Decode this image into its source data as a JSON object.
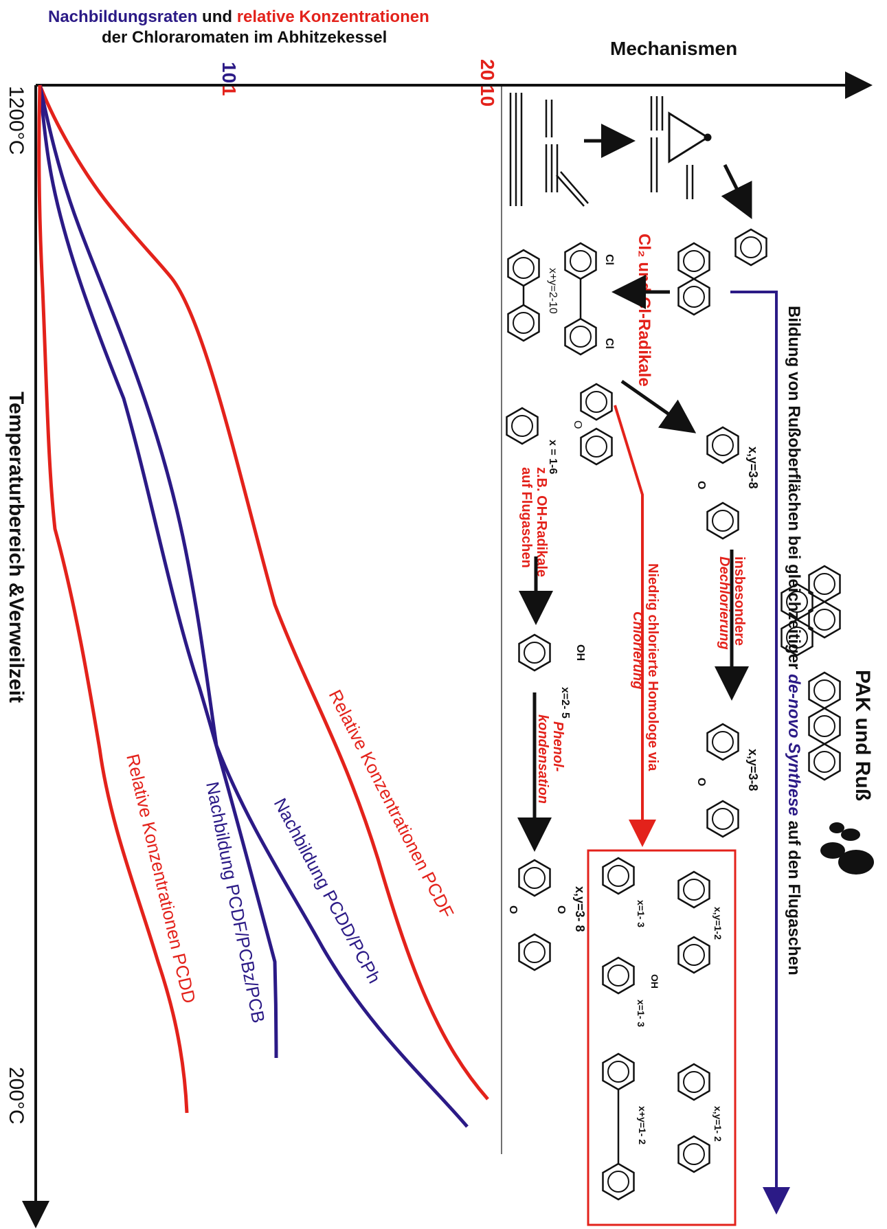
{
  "header": {
    "title_part1": "Nachbildungsraten",
    "title_part2": " und ",
    "title_part3": "relative Konzentrationen",
    "title_line2": "der Chloraromaten im Abhitzekessel",
    "mechanisms": "Mechanismen"
  },
  "left_axis": {
    "temp_top": "1200°C",
    "temp_bottom": "200°C",
    "axis_label": "Temperaturbereich &Verweilzeit"
  },
  "scale_ticks": {
    "blue_10": "10",
    "red_1": "1",
    "red_20": "20",
    "red_10": "10"
  },
  "curves": {
    "pcdf_conc": "Relative Konzentrationen PCDF",
    "pcdd_rate": "Nachbildung PCDD/PCPh",
    "pcdf_rate": "Nachbildung PCDF/PCBz/PCB",
    "pcdd_conc": "Relative Konzentrationen PCDD"
  },
  "mechanisms": {
    "soot_formation": "Bildung von Rußoberflächen bei gleichzeitiger",
    "de_novo": "de-novo Synthese",
    "on_fly_ash": " auf den Flugaschen",
    "pah_soot": "PAK und Ruß",
    "cl_radicals": "Cl₂ und Cl-Radikale",
    "xy_2_10": "x+y=2-10",
    "cl_y": "Cl",
    "cl_x": "Cl",
    "xy_3_8": "x,y=3-8",
    "xy_3_8b": "x,y=3-8",
    "xy_3_8c": "x,y=3- 8",
    "especially": "insbesondere",
    "dechlorination": "Dechlorierung",
    "low_chlorinated": "Niedrig chlorierte Homologe via",
    "chlorination": "Chlorierung",
    "x_1_6": "x = 1-6",
    "e_g_oh": "z.B. OH-Radikale",
    "on_fly_ash2": "auf Flugaschen",
    "oh": "OH",
    "x_2_5": "x=2- 5",
    "phenol": "Phenol-",
    "condensation": "kondensation",
    "box_x_1_3a": "x=1- 3",
    "box_xy_1_2a": "x,y=1-2",
    "box_x_1_3b": "x=1- 3",
    "box_xy_1_2b": "x+y=1- 2",
    "box_xy_1_2c": "x,y=1- 2",
    "oxygen": "O"
  },
  "colors": {
    "red": "#e3221b",
    "blue": "#2b1a86",
    "black": "#111111"
  }
}
